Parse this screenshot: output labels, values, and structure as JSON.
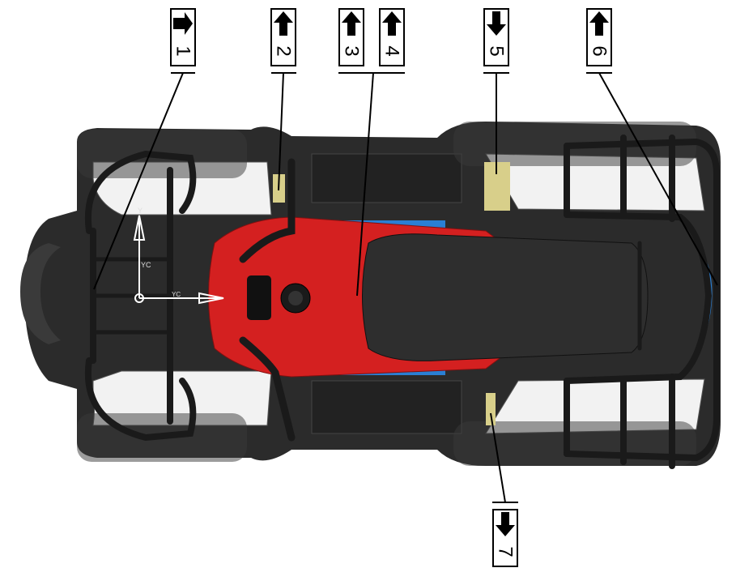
{
  "callouts": [
    {
      "label": "1"
    },
    {
      "label": "2"
    },
    {
      "label": "3"
    },
    {
      "label": "4"
    },
    {
      "label": "5"
    },
    {
      "label": "6"
    },
    {
      "label": "7"
    }
  ],
  "axes": {
    "y_label": "Y",
    "yc_label": "YC",
    "xc_label": "YC"
  },
  "colors": {
    "body_red": "#d42020",
    "frame_dark": "#2b2b2b",
    "rack": "#1a1a1a",
    "tire": "#3a3a3a",
    "highlight_yellow": "#d8cf8a",
    "accent_blue": "#2a7fd4"
  }
}
